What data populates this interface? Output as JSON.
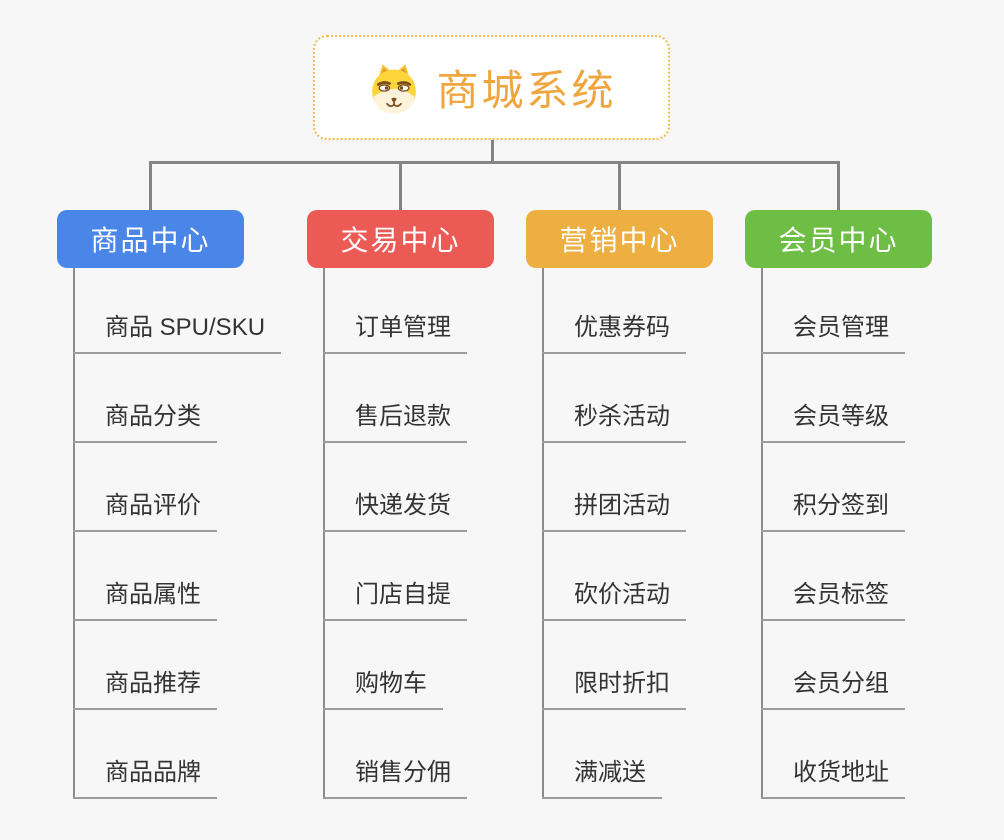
{
  "root": {
    "title": "商城系统",
    "icon": "doge-icon",
    "accent_color": "#f0a63e",
    "border_color": "#f5ba4d"
  },
  "colors": {
    "background": "#f7f7f7",
    "connector_line": "#848484",
    "leaf_underline": "#9c9c9c",
    "leaf_text": "#333333"
  },
  "branches": [
    {
      "label": "商品中心",
      "color": "#4a86e8",
      "items": [
        "商品 SPU/SKU",
        "商品分类",
        "商品评价",
        "商品属性",
        "商品推荐",
        "商品品牌"
      ]
    },
    {
      "label": "交易中心",
      "color": "#ec5a55",
      "items": [
        "订单管理",
        "售后退款",
        "快递发货",
        "门店自提",
        "购物车",
        "销售分佣"
      ]
    },
    {
      "label": "营销中心",
      "color": "#edae42",
      "items": [
        "优惠券码",
        "秒杀活动",
        "拼团活动",
        "砍价活动",
        "限时折扣",
        "满减送"
      ]
    },
    {
      "label": "会员中心",
      "color": "#6ebe45",
      "items": [
        "会员管理",
        "会员等级",
        "积分签到",
        "会员标签",
        "会员分组",
        "收货地址"
      ]
    }
  ]
}
